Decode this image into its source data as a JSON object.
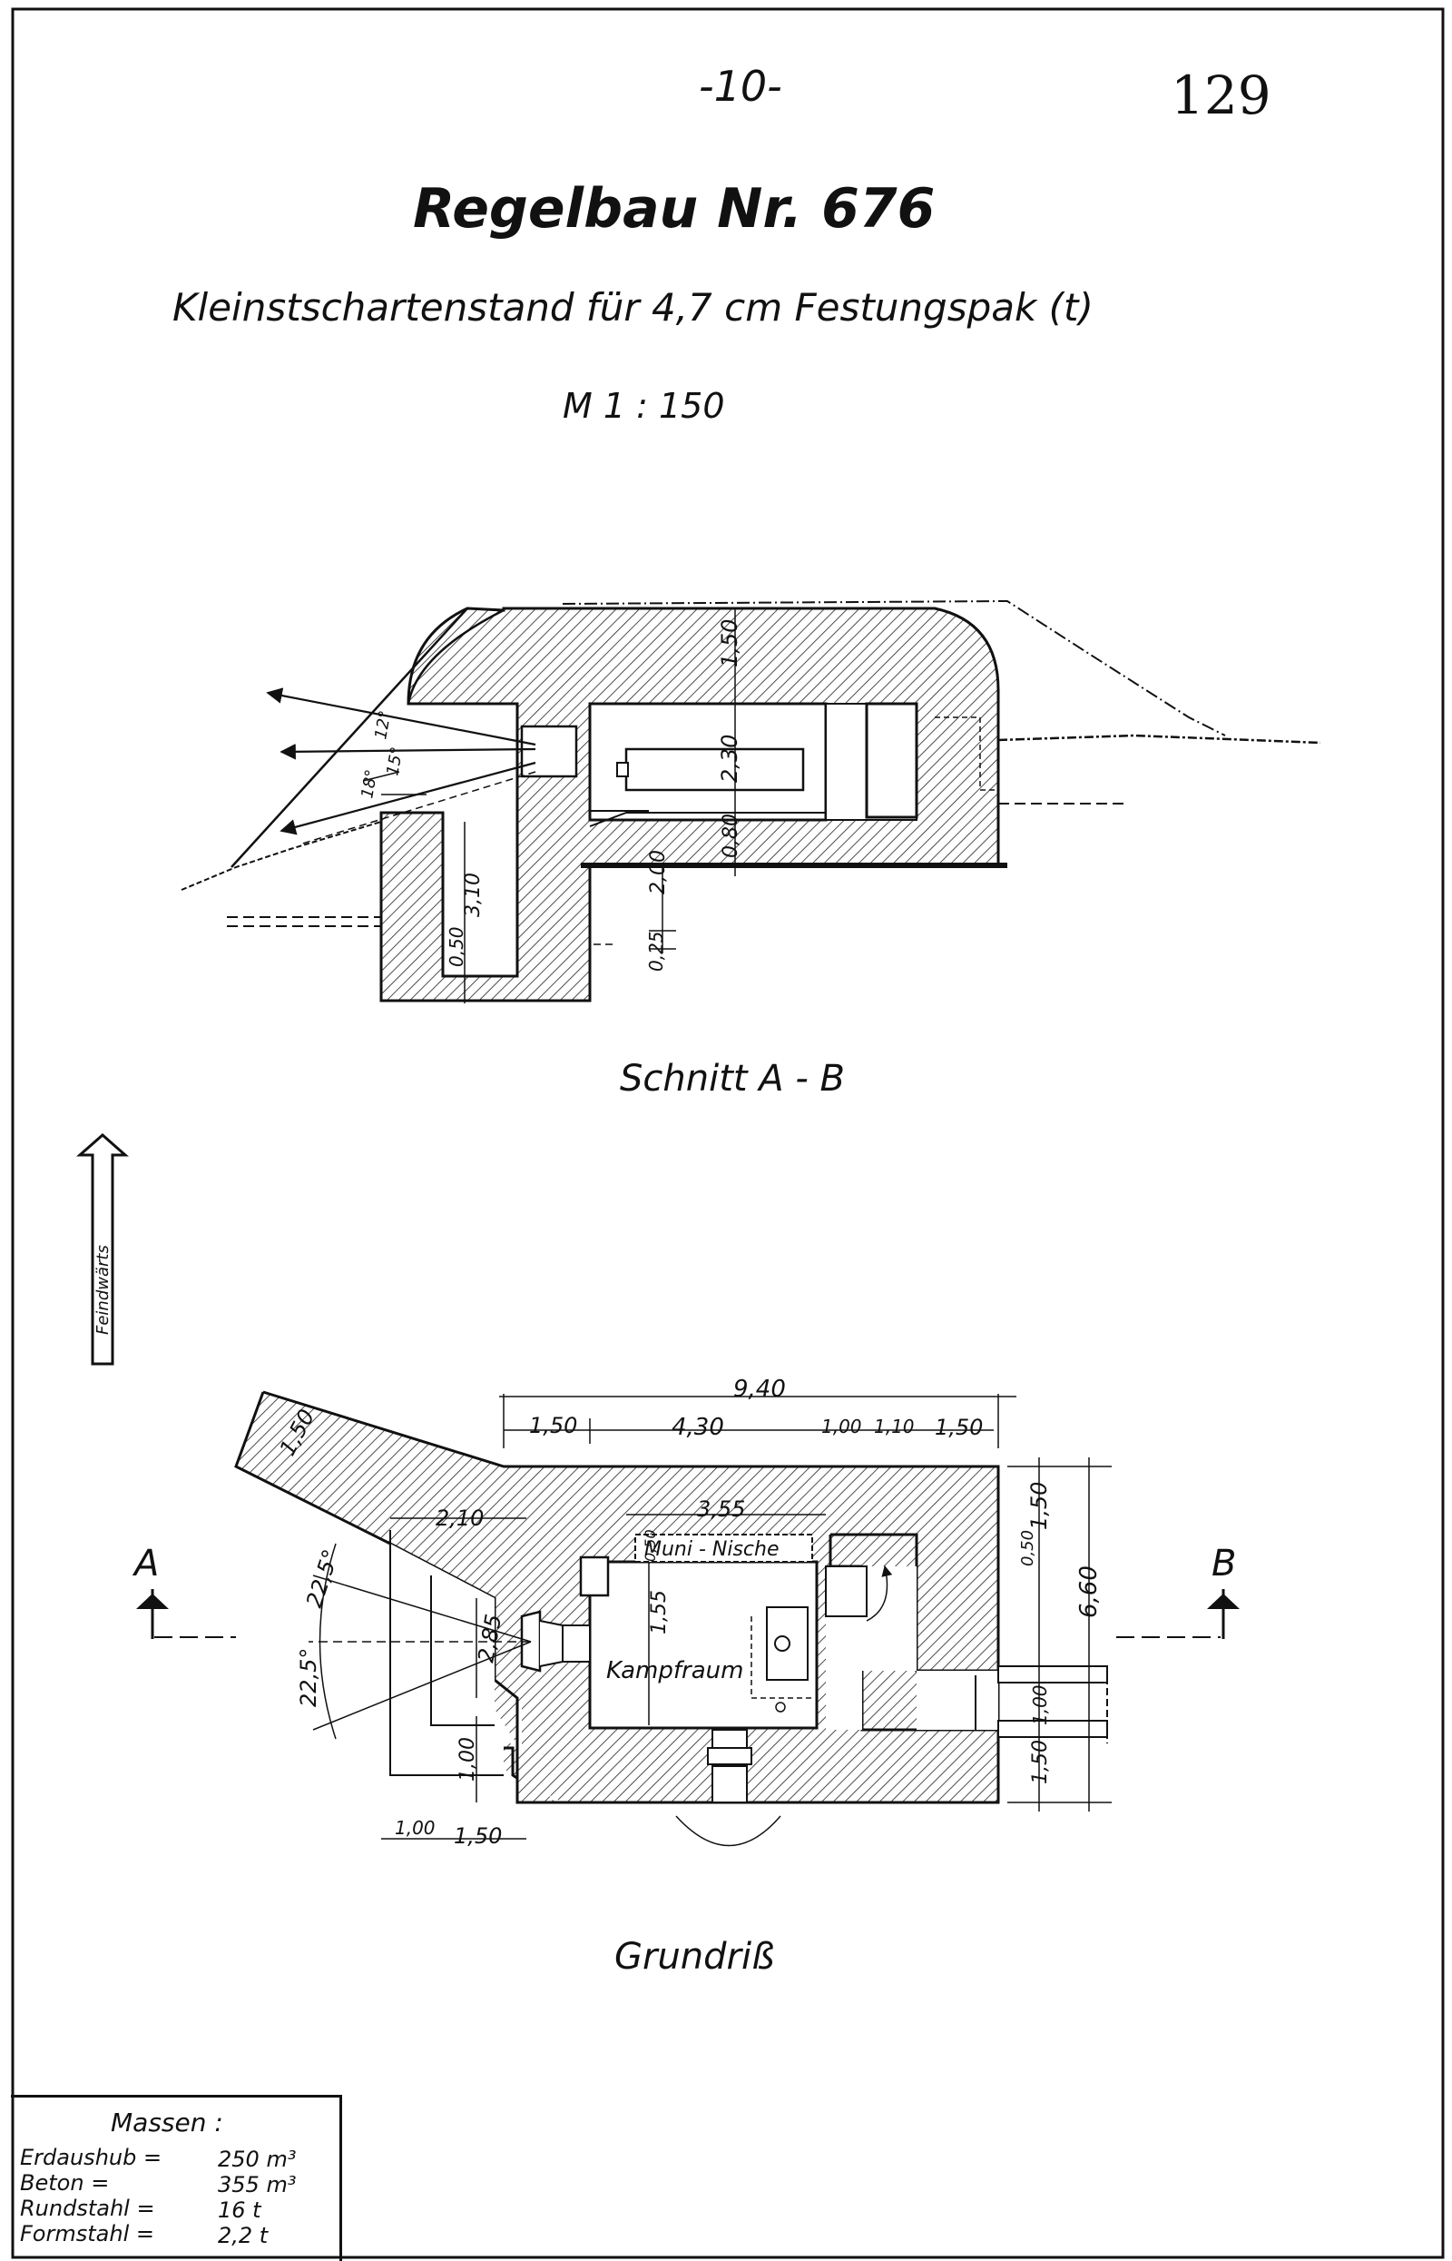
{
  "header": {
    "page_number": "-10-",
    "sheet_number": "129",
    "title": "Regelbau Nr. 676",
    "subtitle": "Kleinstschartenstand für 4,7 cm Festungspak (t)",
    "scale": "M 1 : 150"
  },
  "section": {
    "caption": "Schnitt A - B",
    "dims": {
      "roof": "1,50",
      "room_height": "2,30",
      "floor": "0,80",
      "step": "2,00",
      "foot": "0,25",
      "wall": "3,10",
      "base": "0,50",
      "angle_up": "12°",
      "angle_mid": "15°",
      "angle_low": "18°"
    }
  },
  "orientation": {
    "label": "Feindwärts"
  },
  "plan": {
    "caption": "Grundriß",
    "dims": {
      "total_length": "9,40",
      "front_wall": "1,50",
      "front_width": "4,30",
      "seg_a": "1,00",
      "seg_b": "1,10",
      "seg_c": "1,50",
      "wing": "1,50",
      "wing_width": "2,10",
      "room_length": "3,55",
      "niche_depth": "0,50",
      "room_depth": "1,55",
      "embrasure": "2,85",
      "angle_top": "22,5°",
      "angle_bottom": "22,5°",
      "bottom_wall": "1,00",
      "foot_a": "1,00",
      "foot_b": "1,50",
      "right_top": "1,50",
      "right_small": "0,50",
      "right_total": "6,60",
      "right_mid": "1,00",
      "right_bottom": "1,50"
    },
    "labels": {
      "niche": "Muni - Nische",
      "combat_room": "Kampfraum",
      "marker_a": "A",
      "marker_b": "B"
    }
  },
  "masses": {
    "title": "Massen :",
    "rows": [
      {
        "label": "Erdaushub",
        "sign": "=",
        "value": "250 m³"
      },
      {
        "label": "Beton",
        "sign": "=",
        "value": "355 m³"
      },
      {
        "label": "Rundstahl",
        "sign": "=",
        "value": "16 t"
      },
      {
        "label": "Formstahl",
        "sign": "=",
        "value": "2,2 t"
      }
    ]
  }
}
